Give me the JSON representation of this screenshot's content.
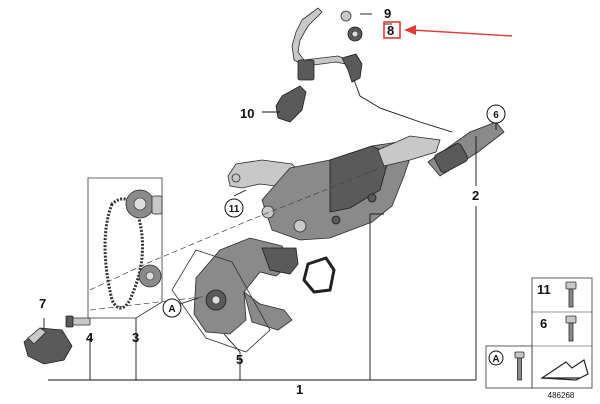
{
  "callouts": {
    "c1": "1",
    "c2": "2",
    "c3": "3",
    "c4": "4",
    "c5": "5",
    "c6": "6",
    "c7": "7",
    "c8": "8",
    "c9": "9",
    "c10": "10",
    "c11": "11",
    "cA": "A"
  },
  "legend": {
    "l11": "11",
    "l6": "6",
    "lA": "A"
  },
  "diagram_id": "486268",
  "highlight_color": "#e53935"
}
